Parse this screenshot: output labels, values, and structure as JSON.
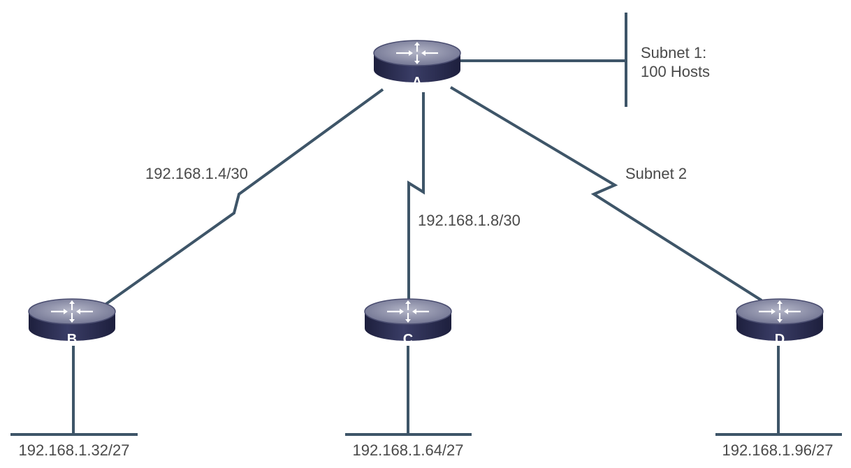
{
  "routers": {
    "a": {
      "label": "A"
    },
    "b": {
      "label": "B"
    },
    "c": {
      "label": "C"
    },
    "d": {
      "label": "D"
    }
  },
  "links": {
    "a_b": {
      "label": "192.168.1.4/30"
    },
    "a_c": {
      "label": "192.168.1.8/30"
    },
    "a_d": {
      "label": "Subnet 2"
    }
  },
  "lans": {
    "a": {
      "line1": "Subnet 1:",
      "line2": "100 Hosts"
    },
    "b": {
      "label": "192.168.1.32/27"
    },
    "c": {
      "label": "192.168.1.64/27"
    },
    "d": {
      "label": "192.168.1.96/27"
    }
  },
  "colors": {
    "line": "#3e5568",
    "router_body": "#2b2e52",
    "router_top": "#8d90a8",
    "text": "#4a4a4a"
  }
}
